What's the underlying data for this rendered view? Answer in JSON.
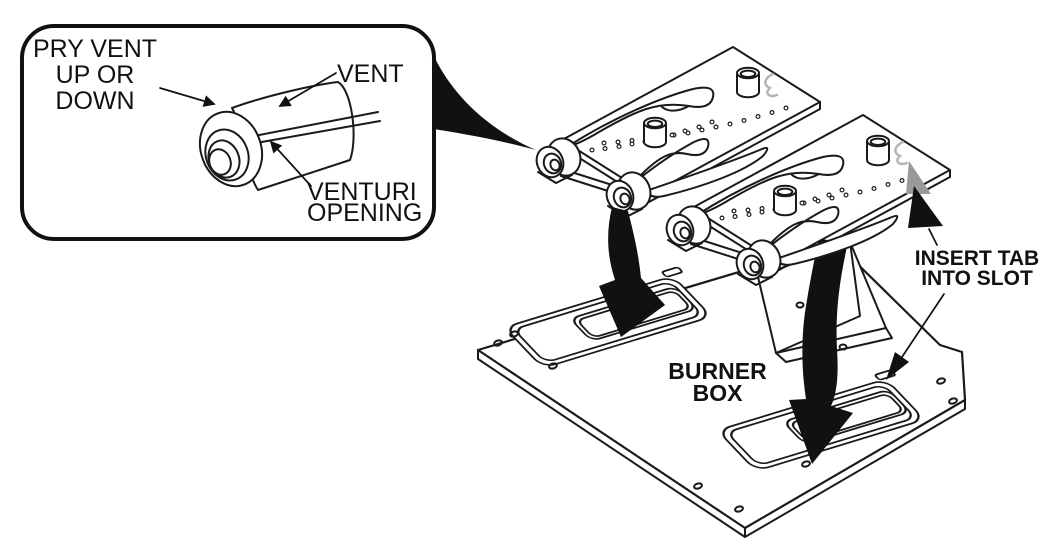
{
  "figure_type": "appliance service manual illustration - burner assembly installation into burner box",
  "colors": {
    "background": "#ffffff",
    "line": "#1a1a1a",
    "arrow_fill": "#111111",
    "tab_gray": "#9a9a9a",
    "mark_gray": "#b4b4b4"
  },
  "callout": {
    "pry_line1": "PRY VENT",
    "pry_line2": "UP OR",
    "pry_line3": "DOWN",
    "vent": "VENT",
    "venturi_line1": "VENTURI",
    "venturi_line2": "OPENING"
  },
  "diagram": {
    "burner_line1": "BURNER",
    "burner_line2": "BOX",
    "insert_line1": "INSERT TAB",
    "insert_line2": "INTO SLOT"
  }
}
